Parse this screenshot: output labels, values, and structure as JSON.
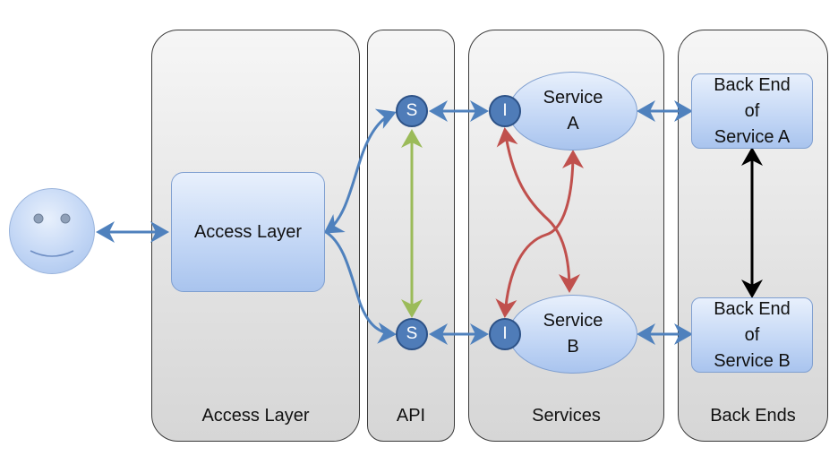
{
  "lanes": {
    "access_layer": "Access Layer",
    "api": "API",
    "services": "Services",
    "back_ends": "Back Ends"
  },
  "access_layer_box": "Access Layer",
  "api_nodes": {
    "top": "S",
    "bottom": "S"
  },
  "service_nodes": {
    "top": "I",
    "bottom": "I"
  },
  "service_a": {
    "line1": "Service",
    "line2": "A"
  },
  "service_b": {
    "line1": "Service",
    "line2": "B"
  },
  "backend_a": {
    "line1": "Back End",
    "line2": "of",
    "line3": "Service A"
  },
  "backend_b": {
    "line1": "Back End",
    "line2": "of",
    "line3": "Service B"
  },
  "colors": {
    "link": "#4f81bd",
    "cross_link": "#c0504d",
    "api_link": "#9bbb59",
    "backend_link": "#000000"
  }
}
